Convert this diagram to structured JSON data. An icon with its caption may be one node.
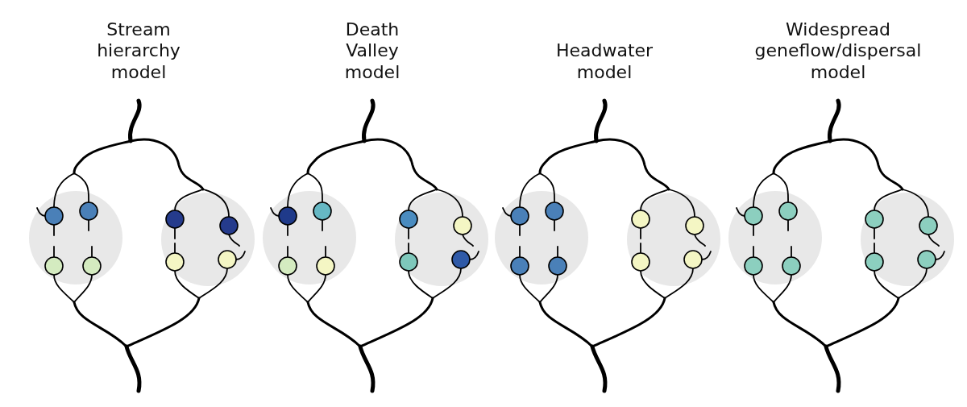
{
  "diagram": {
    "labels": [
      "Stream hierarchy model",
      "Death Valley model",
      "Headwater model",
      "Widespread geneflow/dispersal model"
    ]
  }
}
